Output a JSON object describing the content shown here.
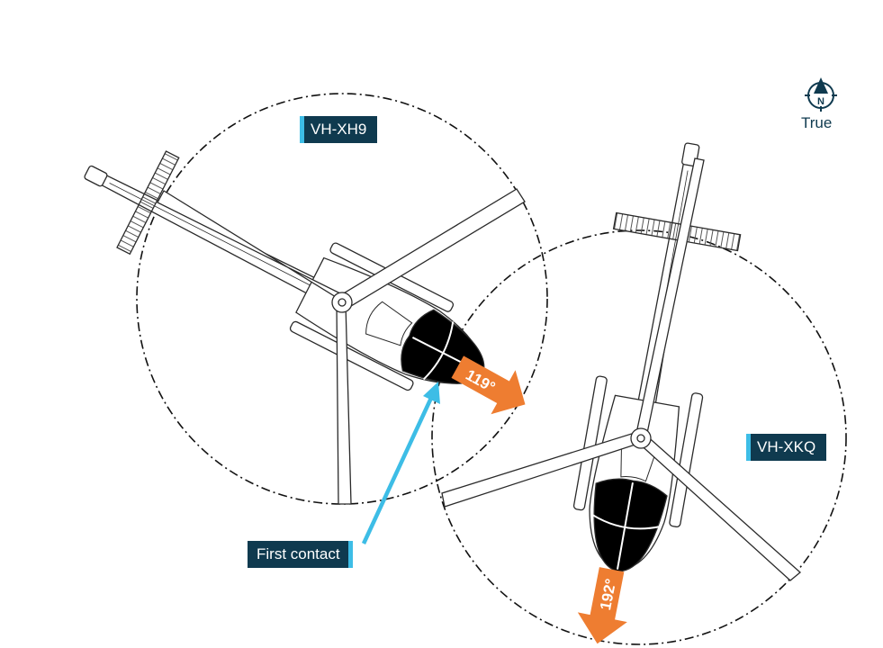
{
  "aircraft": {
    "left": {
      "registration": "VH-XH9",
      "heading": "119°"
    },
    "right": {
      "registration": "VH-XKQ",
      "heading": "192°"
    }
  },
  "annotation": {
    "first_contact": "First contact"
  },
  "compass": {
    "north_letter": "N",
    "reference": "True"
  },
  "colors": {
    "label_background": "#0f3a4f",
    "label_accent": "#3dbde6",
    "heading_arrow": "#ee7d31",
    "contact_arrow": "#3dbde6",
    "helicopter_outline": "#2a2a2a",
    "canopy": "#000000"
  },
  "icons": [
    "compass-rose-icon",
    "helicopter-top-view",
    "heading-arrow",
    "contact-arrow"
  ]
}
